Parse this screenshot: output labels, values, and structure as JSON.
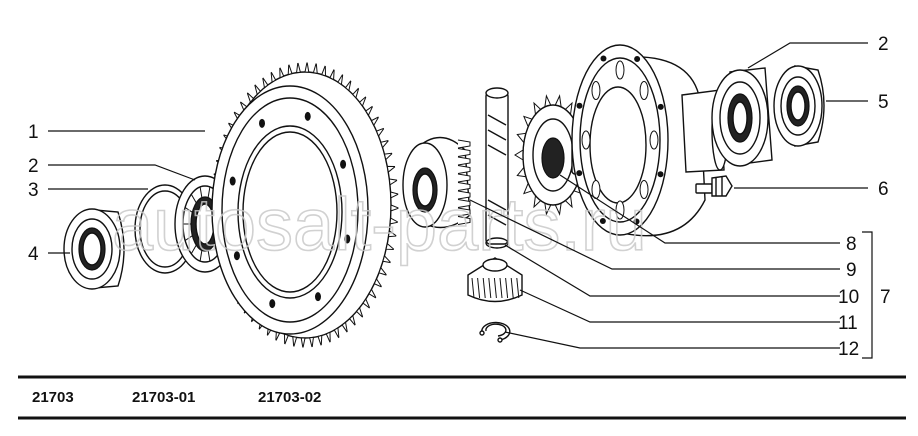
{
  "watermark": "autosalt-parts.ru",
  "callouts": [
    {
      "id": "1",
      "label": "1"
    },
    {
      "id": "2a",
      "label": "2"
    },
    {
      "id": "3",
      "label": "3"
    },
    {
      "id": "4",
      "label": "4"
    },
    {
      "id": "2b",
      "label": "2"
    },
    {
      "id": "5",
      "label": "5"
    },
    {
      "id": "6",
      "label": "6"
    },
    {
      "id": "8",
      "label": "8"
    },
    {
      "id": "9",
      "label": "9"
    },
    {
      "id": "10",
      "label": "10"
    },
    {
      "id": "7",
      "label": "7"
    },
    {
      "id": "11",
      "label": "11"
    },
    {
      "id": "12",
      "label": "12"
    }
  ],
  "applicability": [
    "21703",
    "21703-01",
    "21703-02"
  ]
}
